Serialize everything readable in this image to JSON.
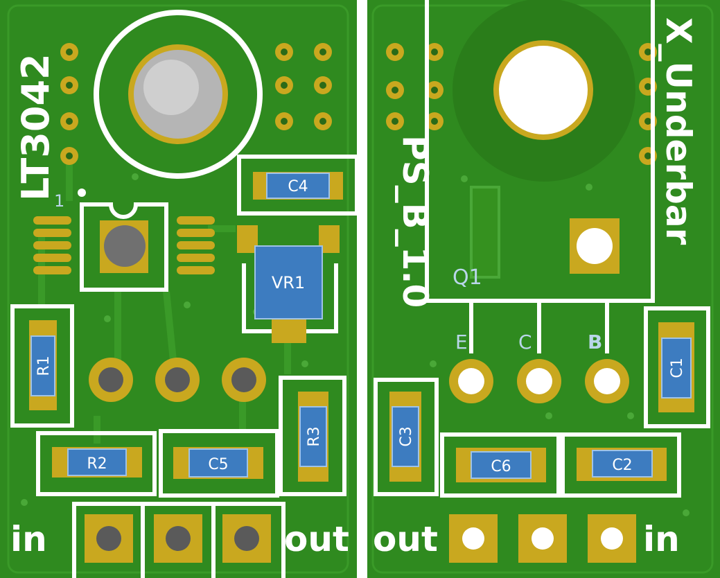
{
  "left_board": {
    "name": "LT3042",
    "pin1_marker": "1",
    "components": {
      "c4": "C4",
      "vr1": "VR1",
      "r1": "R1",
      "r2": "R2",
      "c5": "C5",
      "r3": "R3"
    },
    "label_in": "in",
    "label_out": "out"
  },
  "right_board": {
    "name": "PS_B_1.0",
    "variant": "X_Underbar",
    "transistor": {
      "ref": "Q1",
      "pin_e": "E",
      "pin_c": "C",
      "pin_b": "B"
    },
    "components": {
      "c1": "C1",
      "c3": "C3",
      "c6": "C6",
      "c2": "C2"
    },
    "label_out": "out",
    "label_in": "in"
  },
  "colors": {
    "pcb_green": "#2f8a1f",
    "pad_gold": "#c9a81f",
    "silkscreen": "#ffffff",
    "label_blue": "#3d7cc0"
  }
}
